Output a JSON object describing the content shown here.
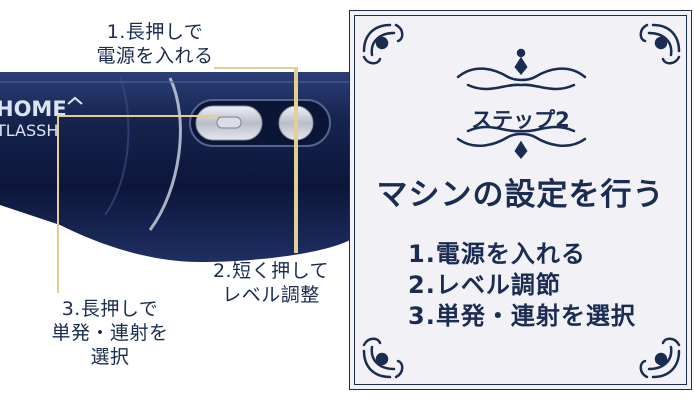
{
  "callouts": {
    "power": [
      "1.長押しで",
      "電源を入れる"
    ],
    "level": [
      "2.短く押して",
      "レベル調整"
    ],
    "mode": [
      "3.長押しで",
      "単発・連射を",
      "選択"
    ]
  },
  "device": {
    "logo_line1": "HOME",
    "logo_line2": "TLASSH"
  },
  "panel": {
    "step_label": "ステップ2",
    "title": "マシンの設定を行う",
    "steps": [
      "1.電源を入れる",
      "2.レベル調節",
      "3.単発・連射を選択"
    ]
  },
  "colors": {
    "navy": "#1a2c52",
    "gold_line": "#e3cf94",
    "panel_bg": "#f2f2f6"
  }
}
